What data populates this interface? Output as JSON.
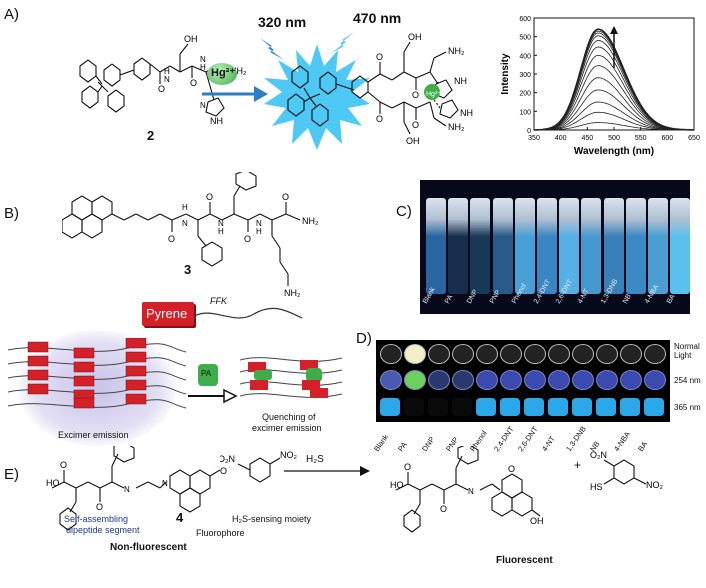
{
  "panels": {
    "a": "A)",
    "b": "B)",
    "c": "C)",
    "d": "D)",
    "e": "E)"
  },
  "panel_a": {
    "compound": "2",
    "ion": "Hg²⁺",
    "excitation": "320 nm",
    "emission": "470 nm",
    "complex_ion": "Hg²⁺"
  },
  "chart_data": {
    "type": "line",
    "xlabel": "Wavelength (nm)",
    "ylabel": "Intensity",
    "xlim": [
      350,
      650
    ],
    "ylim": [
      0,
      600
    ],
    "xticks": [
      350,
      400,
      450,
      500,
      550,
      600,
      650
    ],
    "yticks": [
      0,
      100,
      200,
      300,
      400,
      500,
      600
    ],
    "peak_x": 470,
    "series_peaks": [
      40,
      95,
      150,
      215,
      280,
      345,
      400,
      445,
      480,
      505,
      520,
      530,
      540
    ]
  },
  "panel_b": {
    "compound": "3",
    "pyrene": "Pyrene",
    "ffk": "FFK",
    "pa_tag": "PA",
    "excimer": "Excimer emission",
    "quench_line1": "Quenching of",
    "quench_line2": "excimer emission"
  },
  "panel_c": {
    "labels": [
      "Blank",
      "PA",
      "DNP",
      "PNP",
      "Phenol",
      "2,4-DNT",
      "2,6-DNT",
      "4-NT",
      "1,3-DNB",
      "NB",
      "4-NBA",
      "BA"
    ]
  },
  "panel_d": {
    "labels": [
      "Blank",
      "PA",
      "DNP",
      "PNP",
      "Phenol",
      "2,4-DNT",
      "2,6-DNT",
      "4-NT",
      "1,3-DNB",
      "NB",
      "4-NBA",
      "BA"
    ],
    "row_normal_1": "Normal",
    "row_normal_2": "Light",
    "row_254": "254 nm",
    "row_365": "365 nm"
  },
  "panel_e": {
    "compound": "4",
    "reagent": "H₂S",
    "self_assembling_1": "Self-assembling",
    "self_assembling_2": "dipeptide segment",
    "fluorophore": "Fluorophore",
    "h2s_moiety": "H₂S-sensing  moiety",
    "non_fluorescent": "Non-fluorescent",
    "fluorescent": "Fluorescent",
    "plus": "+",
    "hs": "HS",
    "no2_a": "O₂N",
    "no2_b": "NO₂",
    "no2_c": "NO₂",
    "no2_d": "O₂N",
    "oh": "OH",
    "ho": "HO",
    "nh": "NH",
    "nh2": "NH₂",
    "o": "O",
    "n": "N",
    "h": "H"
  },
  "colors": {
    "vial_glow": "#58c9ff",
    "pyrene_red": "#d32029",
    "pa_green": "#3fae49",
    "starburst": "#4ec8f4"
  }
}
